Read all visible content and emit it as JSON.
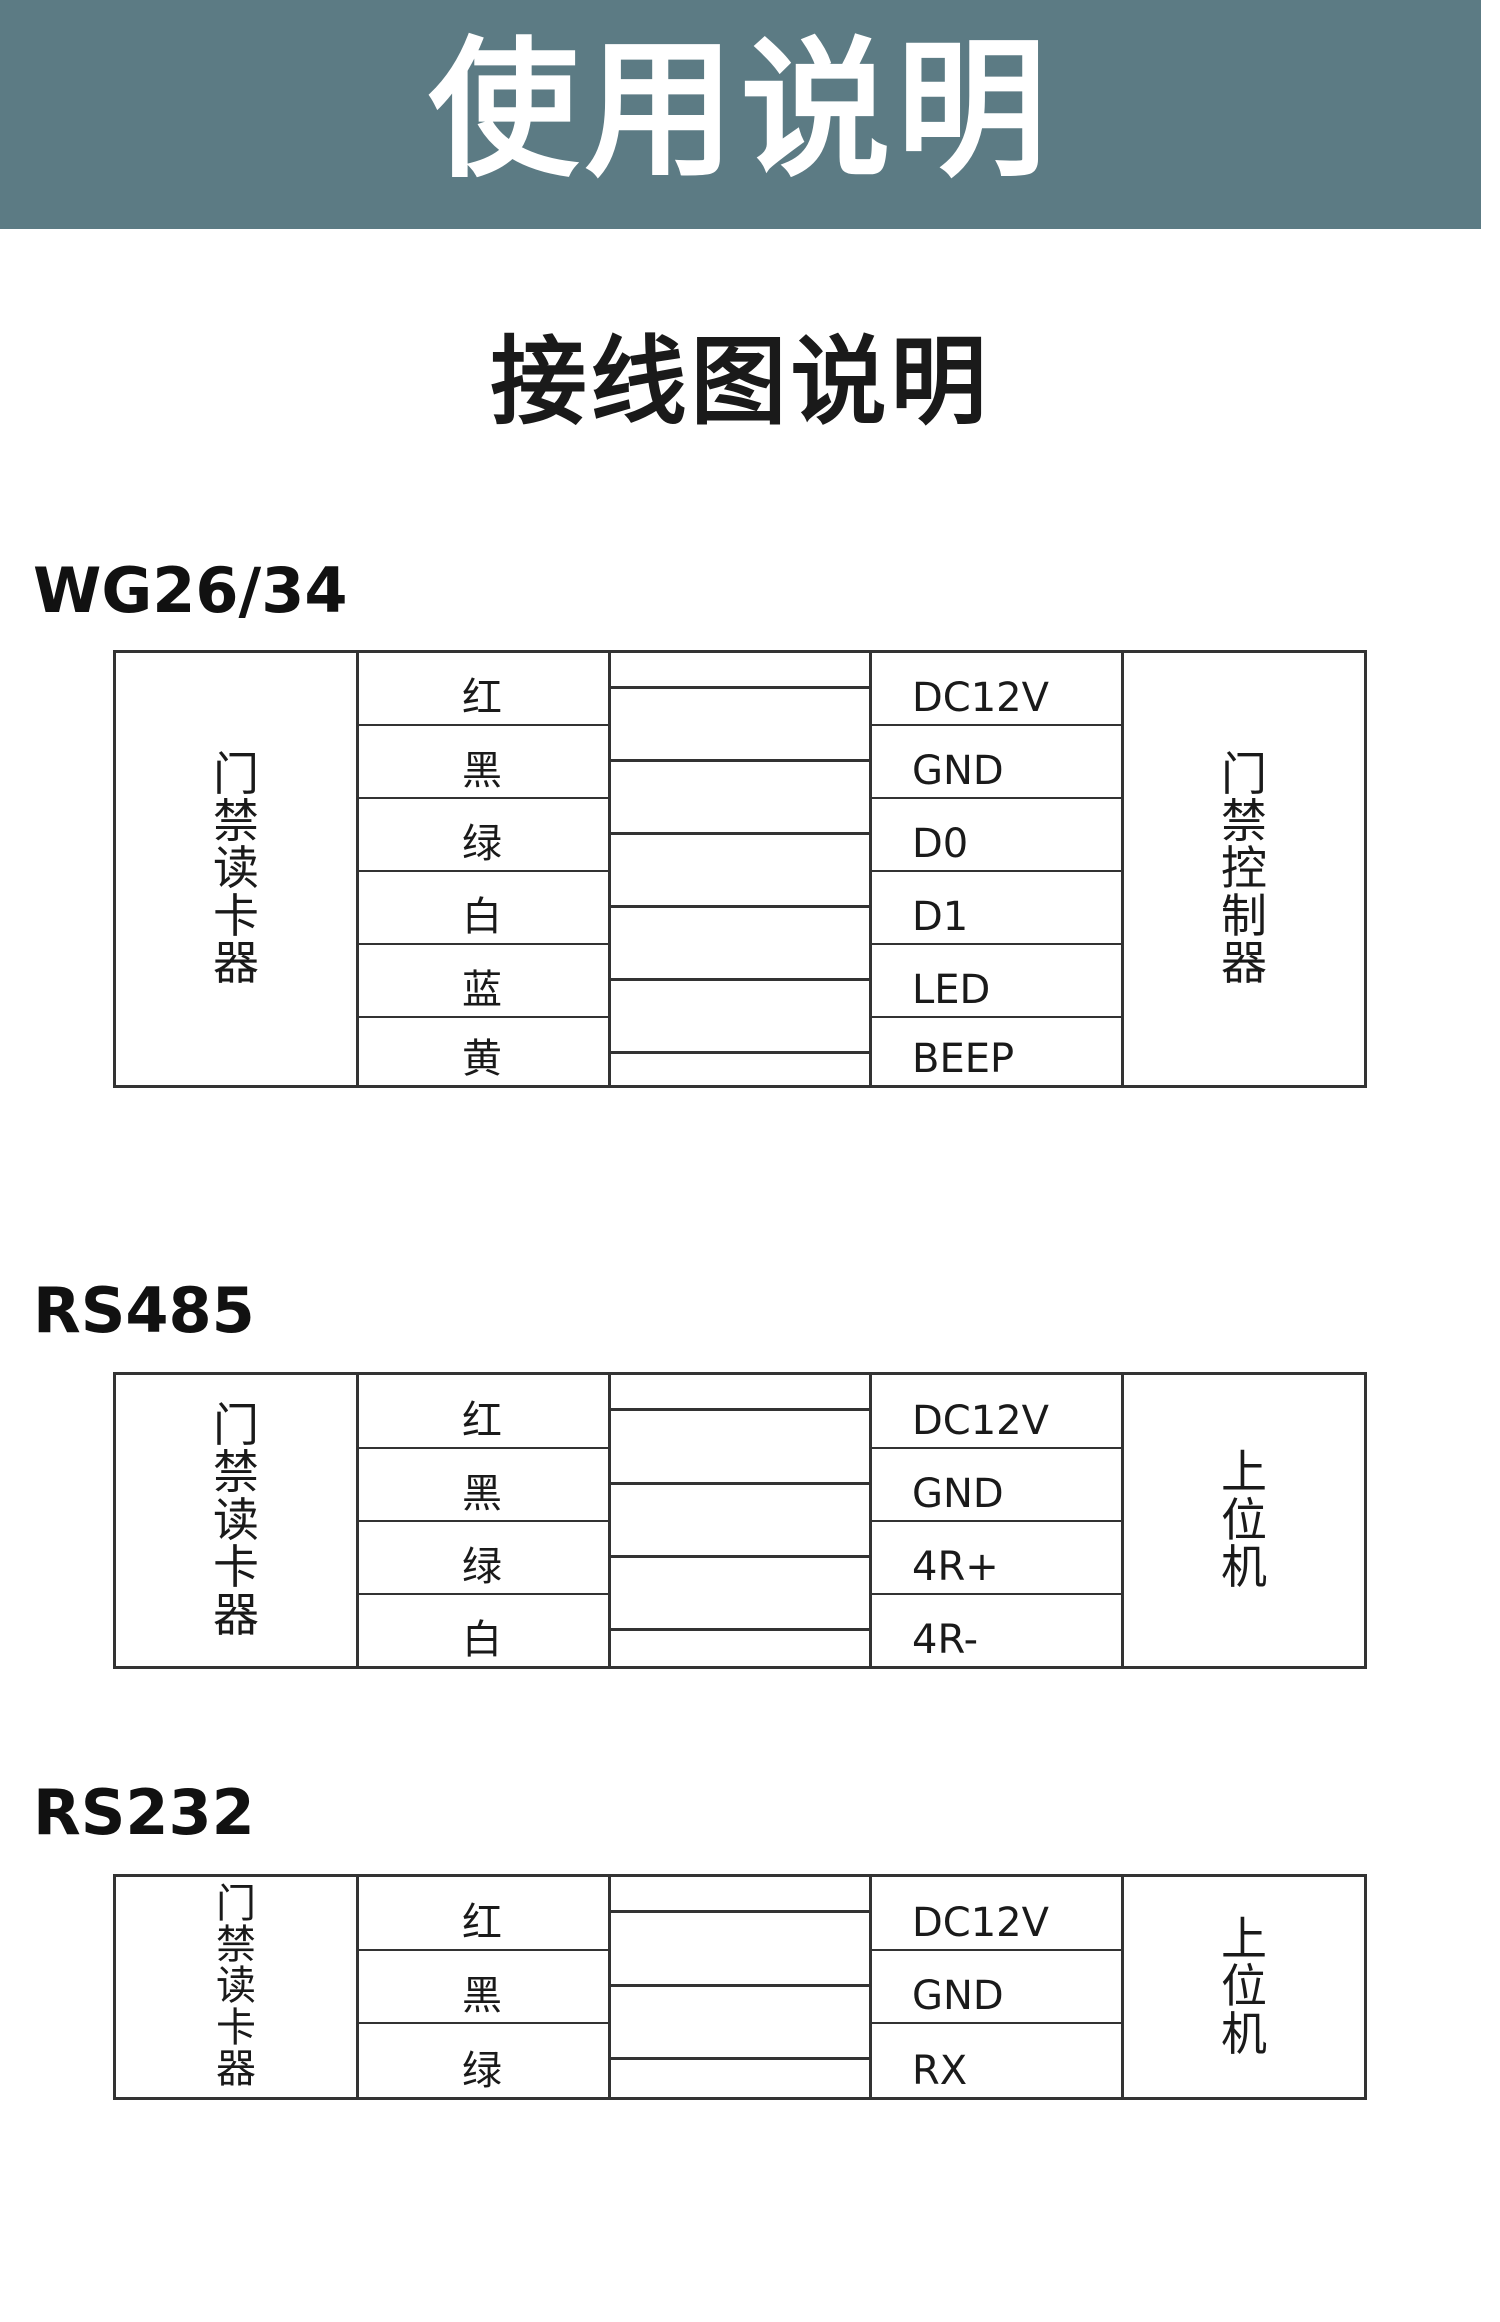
{
  "header": {
    "title": "使用说明"
  },
  "subtitle": "接线图说明",
  "sections": [
    {
      "id": "wg",
      "title": "WG26/34",
      "left_device": "门禁读卡器",
      "right_device": "门禁控制器",
      "rows": [
        {
          "wire": "红",
          "signal": "DC12V"
        },
        {
          "wire": "黑",
          "signal": "GND"
        },
        {
          "wire": "绿",
          "signal": "D0"
        },
        {
          "wire": "白",
          "signal": "D1"
        },
        {
          "wire": "蓝",
          "signal": "LED"
        },
        {
          "wire": "黄",
          "signal": "BEEP"
        }
      ]
    },
    {
      "id": "rs485",
      "title": "RS485",
      "left_device": "门禁读卡器",
      "right_device": "上位机",
      "rows": [
        {
          "wire": "红",
          "signal": "DC12V"
        },
        {
          "wire": "黑",
          "signal": "GND"
        },
        {
          "wire": "绿",
          "signal": "4R+"
        },
        {
          "wire": "白",
          "signal": "4R-"
        }
      ]
    },
    {
      "id": "rs232",
      "title": "RS232",
      "left_device": "门禁读卡器",
      "right_device": "上位机",
      "rows": [
        {
          "wire": "红",
          "signal": "DC12V"
        },
        {
          "wire": "黑",
          "signal": "GND"
        },
        {
          "wire": "绿",
          "signal": "RX"
        }
      ]
    }
  ],
  "colors": {
    "banner": "#5c7b84",
    "line": "#333333"
  }
}
